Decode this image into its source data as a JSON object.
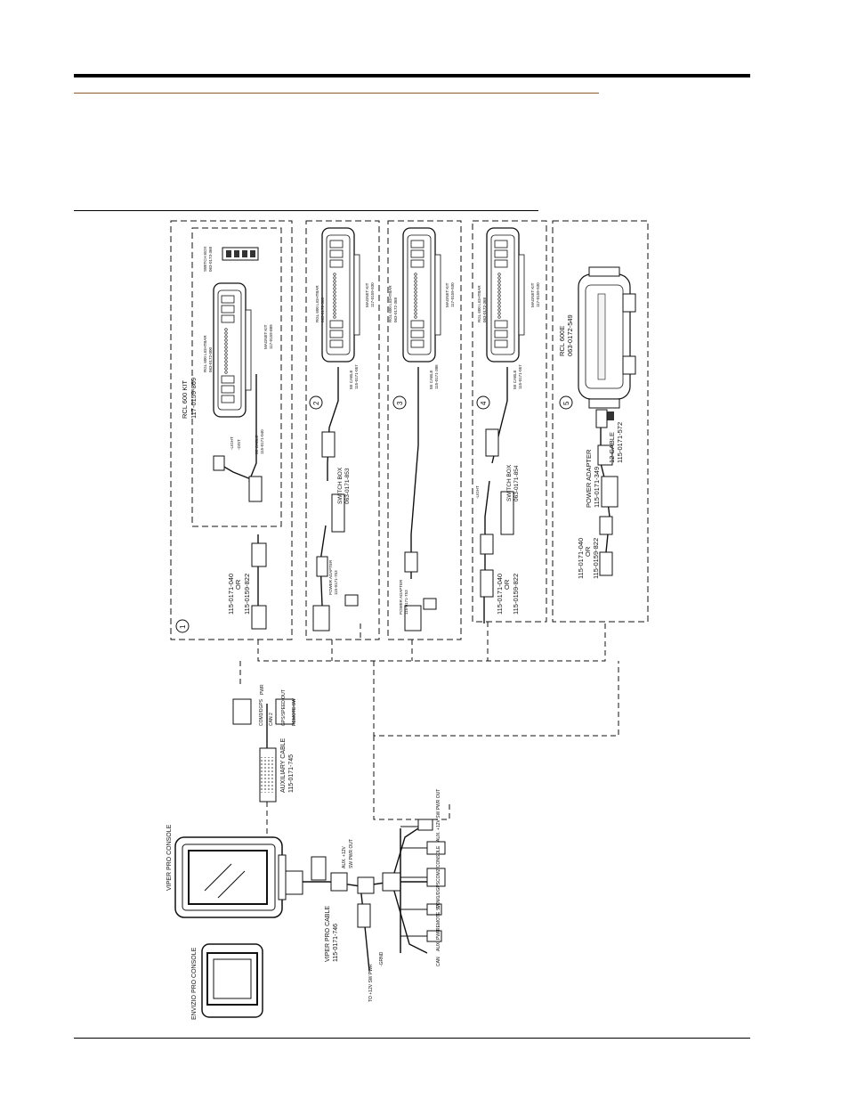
{
  "kits": [
    {
      "num": "1",
      "name": "RCL 600 KIT",
      "part": "117-0159-869",
      "lightbar": "RGL 600 LIGHTBAR",
      "lightbar_part": "063-0172-000",
      "magnet": "MAGNET KIT",
      "magnet_part": "117-0159-889",
      "switch": "SWITCH BOX",
      "switch_part": "063-0173-368",
      "cable": "5E CABLE",
      "cable_part": "115-0171-040",
      "lamp": "-LIGHT",
      "lamp2": "-DIST",
      "or_a": "115-0171-040",
      "or_word": "OR",
      "or_b": "115-0159-822"
    },
    {
      "num": "2",
      "lightbar": "RGL 600 LIGHTBAR",
      "lightbar_part": "063-0172-368",
      "magnet": "MAGNET KIT",
      "magnet_part": "117-0159-930",
      "cable": "5E CABLE",
      "cable_part": "115-0171-057",
      "switch": "SWITCH BOX",
      "switch_part": "063-0171-853",
      "adapter": "POWER ADAPTER",
      "adapter_part": "115-0171-753"
    },
    {
      "num": "3",
      "lightbar": "RGL 600 LIGHTBAR",
      "lightbar_part": "063-0172-368",
      "magnet": "MAGNET KIT",
      "magnet_part": "117-0159-930",
      "cable": "5E CABLE",
      "cable_part": "115-0171-386",
      "adapter": "POWER ADAPTER",
      "adapter_part": "115-0171-753"
    },
    {
      "num": "4",
      "lightbar": "RGL 600 LIGHTBAR",
      "lightbar_part": "063-0172-368",
      "magnet": "MAGNET KIT",
      "magnet_part": "117-0159-930",
      "cable": "5E CABLE",
      "cable_part": "115-0171-057",
      "switch": "SWITCH BOX",
      "switch_part": "063-0171-854",
      "lamp": "-LIGHT",
      "or_a": "115-0171-040",
      "or_word": "OR",
      "or_b": "115-0159-822"
    },
    {
      "num": "5",
      "name": "RCL 600E",
      "part": "063-0172-549",
      "cable": "12 CABLE",
      "cable_part": "115-0171-572",
      "adapter": "POWER ADAPTER",
      "adapter_part": "115-0171-349",
      "or_a": "115-0171-040",
      "or_word": "OR",
      "or_b": "115-0159-822"
    }
  ],
  "aux": {
    "name": "AUXILIARY CABLE",
    "part": "115-0171-745",
    "port1": "COM3/DGPS",
    "port2": "PWR",
    "port3": "CAN 2",
    "port4": "GPS/SPEED OUT",
    "port5": "REMOTE SW"
  },
  "viper_console": "VIPER PRO CONSOLE",
  "envizio_console": "ENVIZIO PRO CONSOLE",
  "viper_cable": {
    "name": "VIPER PRO CABLE",
    "part": "115-0171-746",
    "aux_label": "AUX. +12V",
    "aux_label2": "SW PWR OUT",
    "battery": "TO +12V SW PWR",
    "battery2": "-GRND",
    "ports": [
      "AUX. +12V SW PWR OUT",
      "COM2/CONSOLE",
      "COM1/DGPS",
      "REMOTE SW",
      "AUX. PWR",
      "CAN"
    ]
  }
}
